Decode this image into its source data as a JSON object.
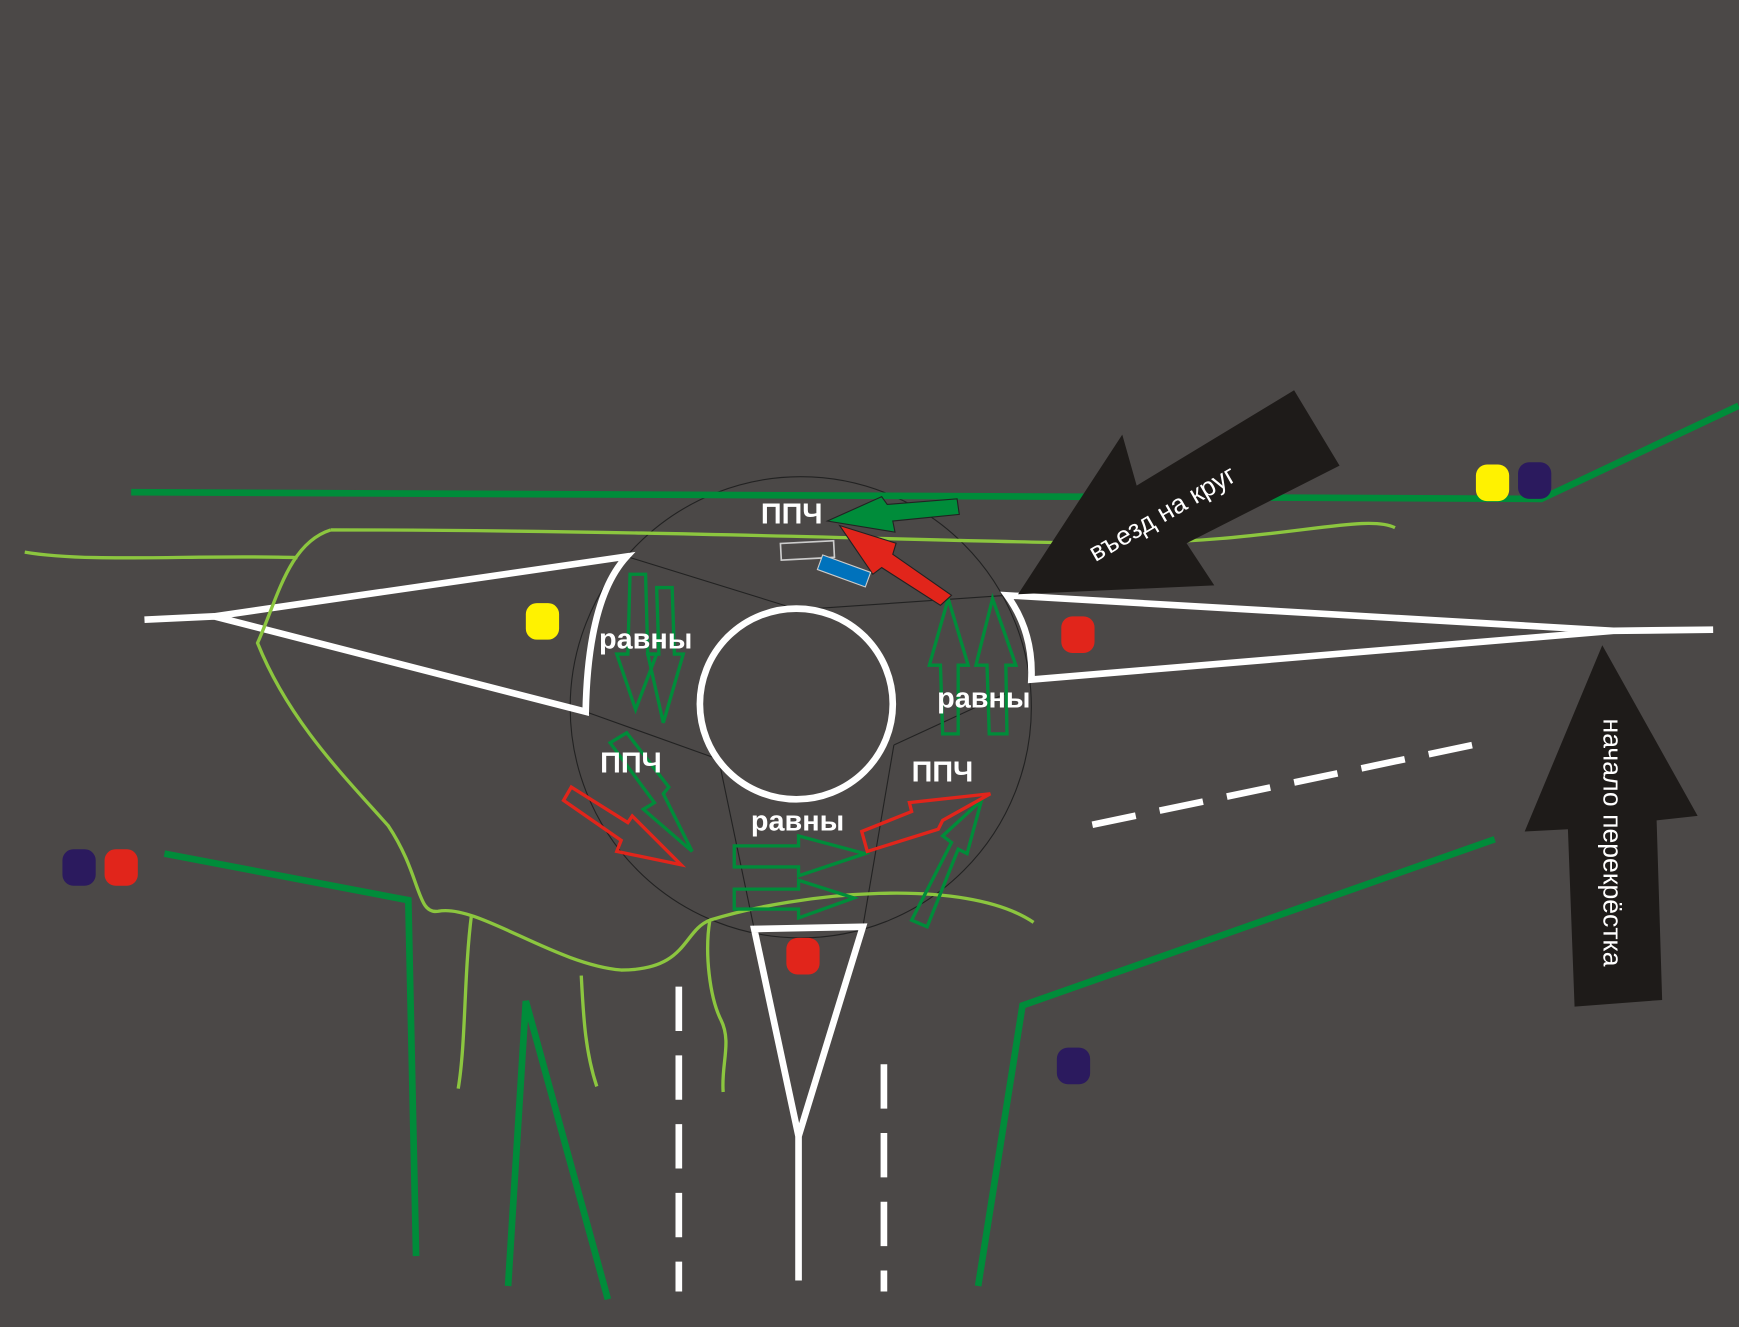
{
  "labels": {
    "ppch_top": "ППЧ",
    "ppch_left": "ППЧ",
    "ppch_right": "ППЧ",
    "ravny_left": "равны",
    "ravny_right": "равны",
    "ravny_bottom": "равны",
    "entry_arrow": "въезд на круг",
    "intersection_start_arrow": "начало перекрёстка"
  },
  "colors": {
    "background": "#4b4847",
    "road_edge": "#008c3a",
    "trajectory": "#8cc63f",
    "marking": "#ffffff",
    "yellow": "#fff200",
    "red": "#e1251b",
    "navy": "#2b1a5e",
    "blue": "#0072bc"
  }
}
